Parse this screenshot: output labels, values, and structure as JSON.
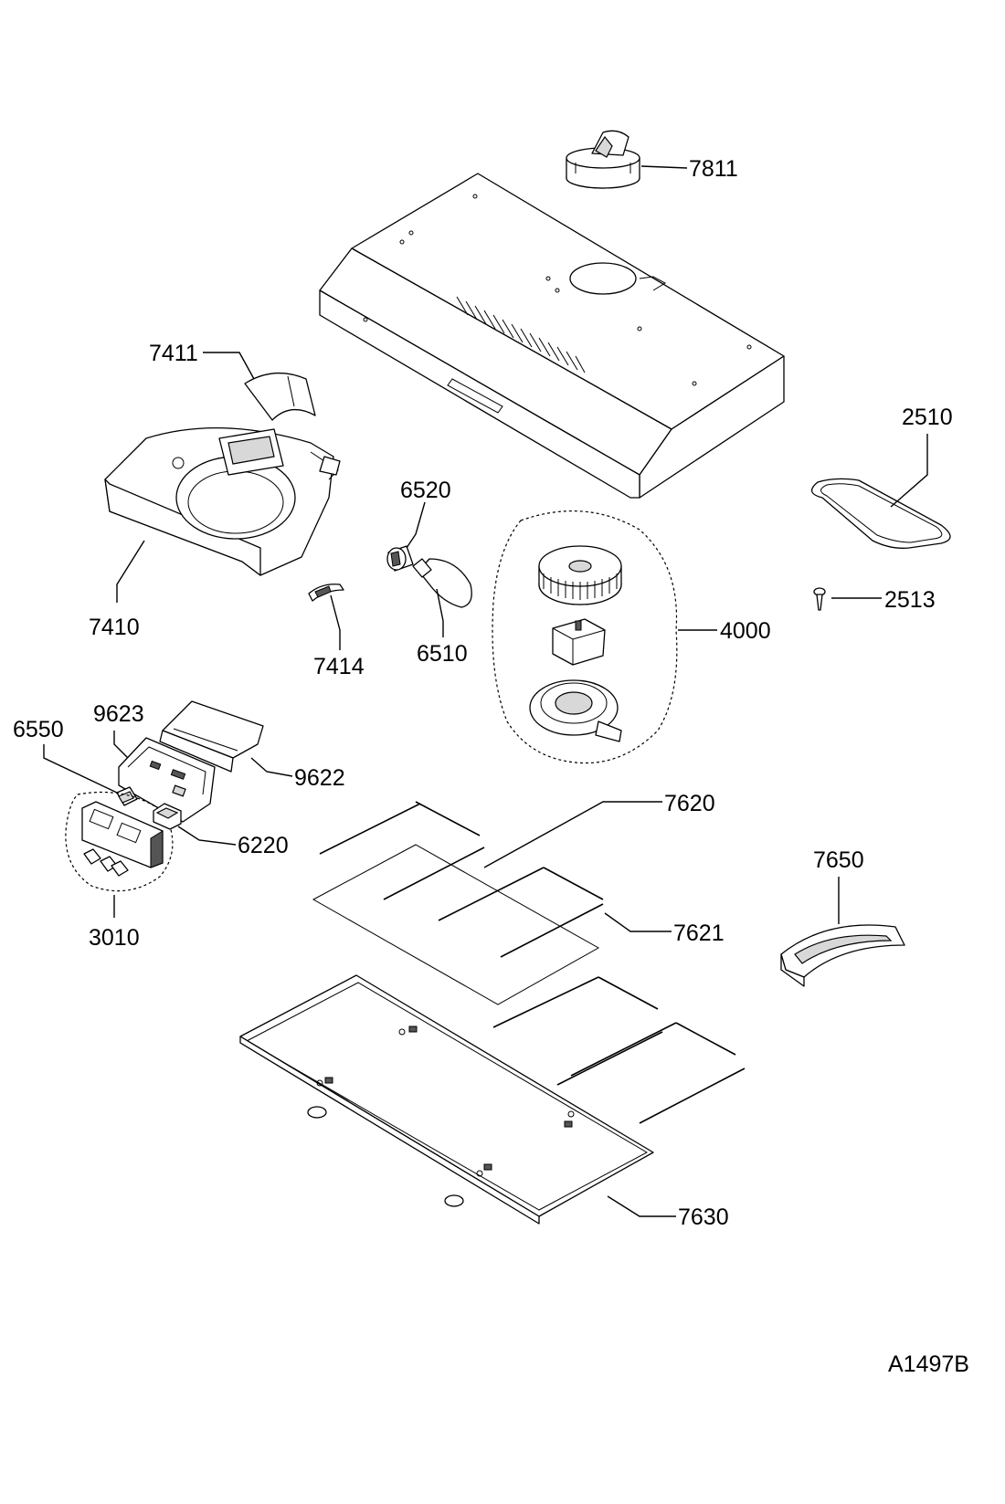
{
  "diagram_code": "A1497B",
  "labels": {
    "p7811": "7811",
    "p7411": "7411",
    "p2510": "2510",
    "p6520": "6520",
    "p7410": "7410",
    "p2513": "2513",
    "p4000": "4000",
    "p7414": "7414",
    "p6510": "6510",
    "p9623": "9623",
    "p6550": "6550",
    "p9622": "9622",
    "p7620": "7620",
    "p6220": "6220",
    "p7650": "7650",
    "p3010": "3010",
    "p7621": "7621",
    "p7630": "7630"
  }
}
